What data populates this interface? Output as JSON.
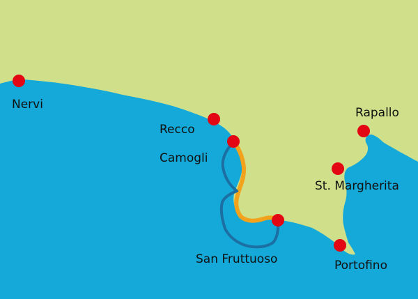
{
  "colors": {
    "sea": "#14a9d8",
    "land": "#cfdf8a",
    "marker": "#e30613",
    "trail": "#f2a21b",
    "boat_route": "#1c6fa3"
  },
  "towns": [
    {
      "id": "nervi",
      "label": "Nervi"
    },
    {
      "id": "recco",
      "label": "Recco"
    },
    {
      "id": "camogli",
      "label": "Camogli"
    },
    {
      "id": "san-fruttuoso",
      "label": "San Fruttuoso"
    },
    {
      "id": "rapallo",
      "label": "Rapallo"
    },
    {
      "id": "st-margherita",
      "label": "St. Margherita"
    },
    {
      "id": "portofino",
      "label": "Portofino"
    }
  ],
  "routes": [
    {
      "id": "hiking-trail",
      "from": "camogli",
      "to": "san-fruttuoso",
      "color_key": "trail"
    },
    {
      "id": "boat-route",
      "from": "camogli",
      "to": "san-fruttuoso",
      "color_key": "boat_route"
    }
  ]
}
